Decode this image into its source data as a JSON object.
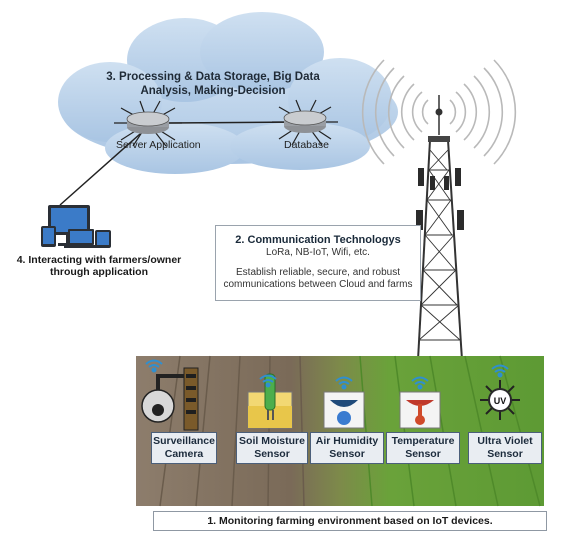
{
  "cloud": {
    "title_line1": "3. Processing & Data Storage, Big Data",
    "title_line2": "Analysis, Making-Decision",
    "server_label": "Server Application",
    "database_label": "Database"
  },
  "communication": {
    "title": "2. Communication Technologys",
    "technologies": "LoRa, NB-IoT, Wifi, etc.",
    "description_line1": "Establish reliable, secure, and robust",
    "description_line2": "communications between Cloud and farms"
  },
  "interaction": {
    "line1": "4. Interacting with farmers/owner",
    "line2": "through application"
  },
  "sensors": [
    {
      "line1": "Surveillance",
      "line2": "Camera"
    },
    {
      "line1": "Soil Moisture",
      "line2": "Sensor"
    },
    {
      "line1": "Air Humidity",
      "line2": "Sensor"
    },
    {
      "line1": "Temperature",
      "line2": "Sensor"
    },
    {
      "line1": "Ultra Violet",
      "line2": "Sensor"
    }
  ],
  "uv_badge": "UV",
  "monitoring": {
    "caption": "1. Monitoring farming environment based on IoT devices."
  },
  "colors": {
    "cloud": "#b9d2ea",
    "soil": "#8a7a68",
    "field": "#6fa63a",
    "wifi": "#2f8fd0",
    "label_border": "#4b5f7a"
  },
  "icons": [
    "server-icon",
    "database-icon",
    "desktop-icon",
    "laptop-icon",
    "tablet-icon",
    "phone-icon",
    "cell-tower-icon",
    "wifi-icon",
    "camera-icon",
    "soil-moisture-icon",
    "air-humidity-icon",
    "thermometer-icon",
    "uv-icon"
  ]
}
